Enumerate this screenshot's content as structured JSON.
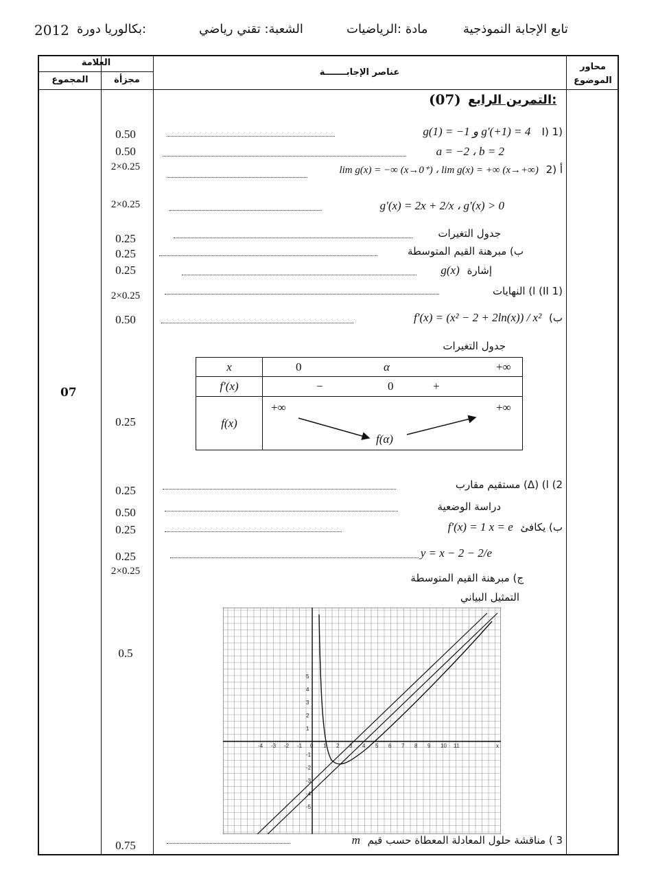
{
  "header": {
    "year": "2012",
    "session": "بكالوريا دورة:",
    "stream": "الشعبة: تقني رياضي",
    "subject": "مادة :الرياضيات",
    "title": "تابع الإجابة النموذجية"
  },
  "table_head": {
    "grade": "العلامة",
    "total": "المجموع",
    "partial": "مجزأة",
    "answer_elements": "عناصر الإجابـــــــة",
    "axes": "محاور الموضوع"
  },
  "exercise": {
    "title": "التمرين الرابع:",
    "points": "(07)",
    "total_mark": "07"
  },
  "rows": [
    {
      "mark": "0.50",
      "label": "(1 (I",
      "math": "g(1) = −1   و   g′(+1) = 4"
    },
    {
      "mark": "0.50",
      "label": "",
      "math": "a = −2 ، b = 2"
    },
    {
      "mark": "2×0.25",
      "label": "أ (2",
      "math": "lim g(x) = −∞ (x→0⁺) ، lim g(x) = +∞ (x→+∞)"
    },
    {
      "mark": "2×0.25",
      "label": "",
      "math": "g′(x) = 2x + 2/x  ،  g′(x) > 0"
    },
    {
      "mark": "0.25",
      "label": "جدول التغيرات",
      "math": ""
    },
    {
      "mark": "0.25",
      "label": "ب) مبرهنة القيم المتوسطة",
      "math": ""
    },
    {
      "mark": "0.25",
      "label": "إشارة",
      "math": "g(x)"
    },
    {
      "mark": "2×0.25",
      "label": "(II  1)  ا) النهايات",
      "math": ""
    },
    {
      "mark": "0.50",
      "label": "ب)",
      "math": "f′(x) = (x² − 2 + 2ln(x)) / x²"
    },
    {
      "mark": "0.25",
      "label": "جدول التغيرات",
      "math": ""
    },
    {
      "mark": "0.25",
      "label": "2)  ا) (Δ) مستقيم مقارب",
      "math": ""
    },
    {
      "mark": "0.50",
      "label": "دراسة الوضعية",
      "math": ""
    },
    {
      "mark": "0.25",
      "label": "ب)  يكافئ",
      "math": "f′(x) = 1   x = e"
    },
    {
      "mark": "0.25",
      "label": "",
      "math": "y = x − 2 − 2/e"
    },
    {
      "mark": "2×0.25",
      "label": "ج) مبرهنة القيم المتوسطة",
      "math": ""
    },
    {
      "mark": "0.5",
      "label": "التمثيل البياني",
      "math": ""
    },
    {
      "mark": "0.75",
      "label": "3 ) مناقشة حلول المعادلة المعطاة حسب قيم",
      "math": "m"
    }
  ],
  "variation_table": {
    "row_x": [
      "x",
      "0",
      "α",
      "+∞"
    ],
    "row_fprime": [
      "f′(x)",
      "−",
      "0",
      "+"
    ],
    "row_f": [
      "f(x)",
      "+∞",
      "f(α)",
      "+∞"
    ]
  },
  "graph": {
    "x_ticks": [
      "-4",
      "-3",
      "-2",
      "-1",
      "0",
      "1",
      "2",
      "3",
      "4",
      "5",
      "6",
      "7",
      "8",
      "9",
      "10",
      "11",
      "x"
    ],
    "y_ticks": [
      "5",
      "4",
      "3",
      "2",
      "1",
      "-1",
      "-2",
      "-3",
      "-4",
      "-5"
    ]
  }
}
